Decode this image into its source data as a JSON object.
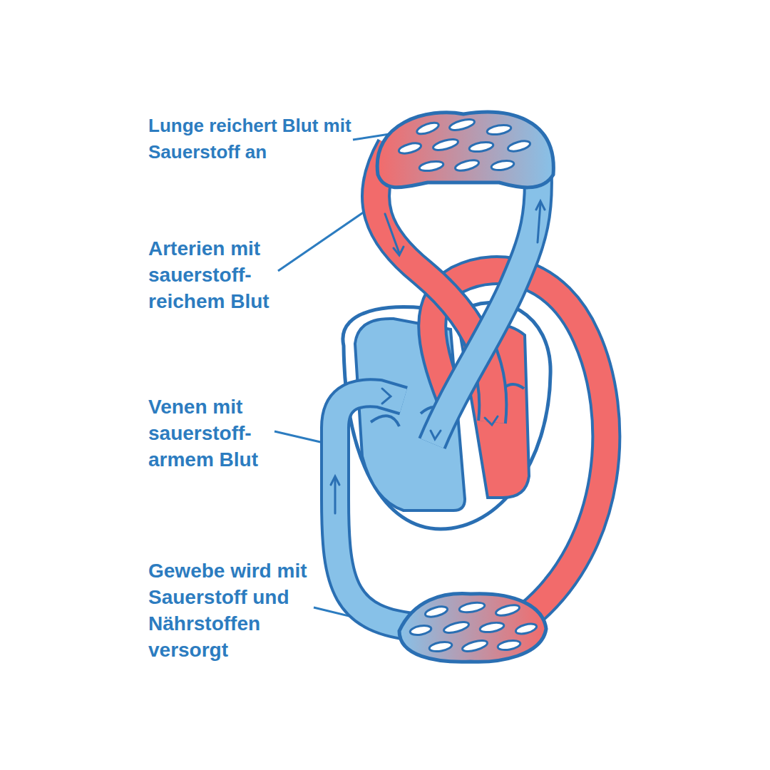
{
  "diagram": {
    "labels": [
      "Lunge reichert Blut mit Sauerstoff an",
      "Arterien mit sauerstoff- reichem Blut",
      "Venen mit sauerstoff- armem Blut",
      "Gewebe wird mit Sauerstoff und Nährstoffen versorgt"
    ]
  }
}
